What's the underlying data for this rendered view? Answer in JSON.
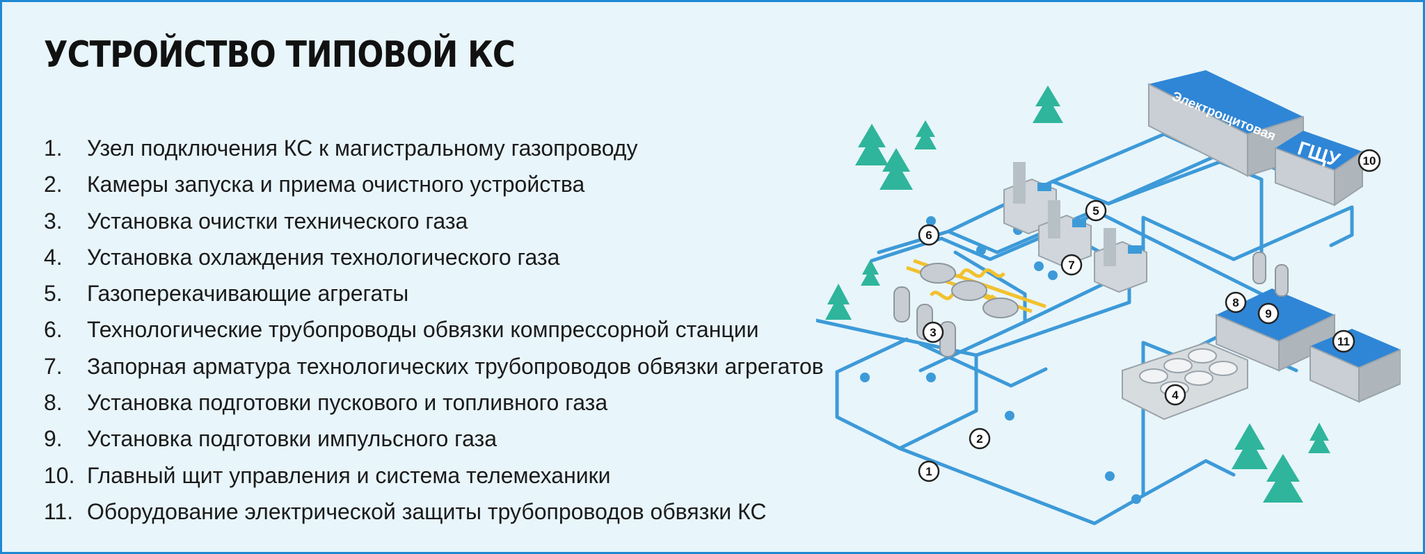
{
  "title": "УСТРОЙСТВО ТИПОВОЙ КС",
  "legend": [
    {
      "num": "1.",
      "text": "Узел подключения КС к магистральному газопроводу"
    },
    {
      "num": "2.",
      "text": "Камеры запуска и приема очистного устройства"
    },
    {
      "num": "3.",
      "text": "Установка очистки технического газа"
    },
    {
      "num": "4.",
      "text": "Установка охлаждения технологического газа"
    },
    {
      "num": "5.",
      "text": "Газоперекачивающие агрегаты"
    },
    {
      "num": "6.",
      "text": "Технологические трубопроводы обвязки компрессорной станции"
    },
    {
      "num": "7.",
      "text": "Запорная арматура технологических трубопроводов обвязки агрегатов"
    },
    {
      "num": "8.",
      "text": "Установка подготовки пускового и топливного газа"
    },
    {
      "num": "9.",
      "text": "Установка подготовки импульсного газа"
    },
    {
      "num": "10.",
      "text": "Главный щит управления и система телемеханики"
    },
    {
      "num": "11.",
      "text": "Оборудование электрической защиты трубопроводов обвязки КС"
    }
  ],
  "diagram": {
    "building_signs": {
      "electro": "Электрощитовая",
      "gcu": "ГЩУ"
    },
    "callouts": [
      "1",
      "2",
      "3",
      "4",
      "5",
      "6",
      "7",
      "8",
      "9",
      "10",
      "11"
    ]
  },
  "colors": {
    "frame": "#1e88d2",
    "background": "#e8f5fb",
    "pipe": "#3d9ad8",
    "roof": "#2f86d6",
    "tree": "#2fb59c",
    "hot_pipe": "#f2c12e"
  }
}
